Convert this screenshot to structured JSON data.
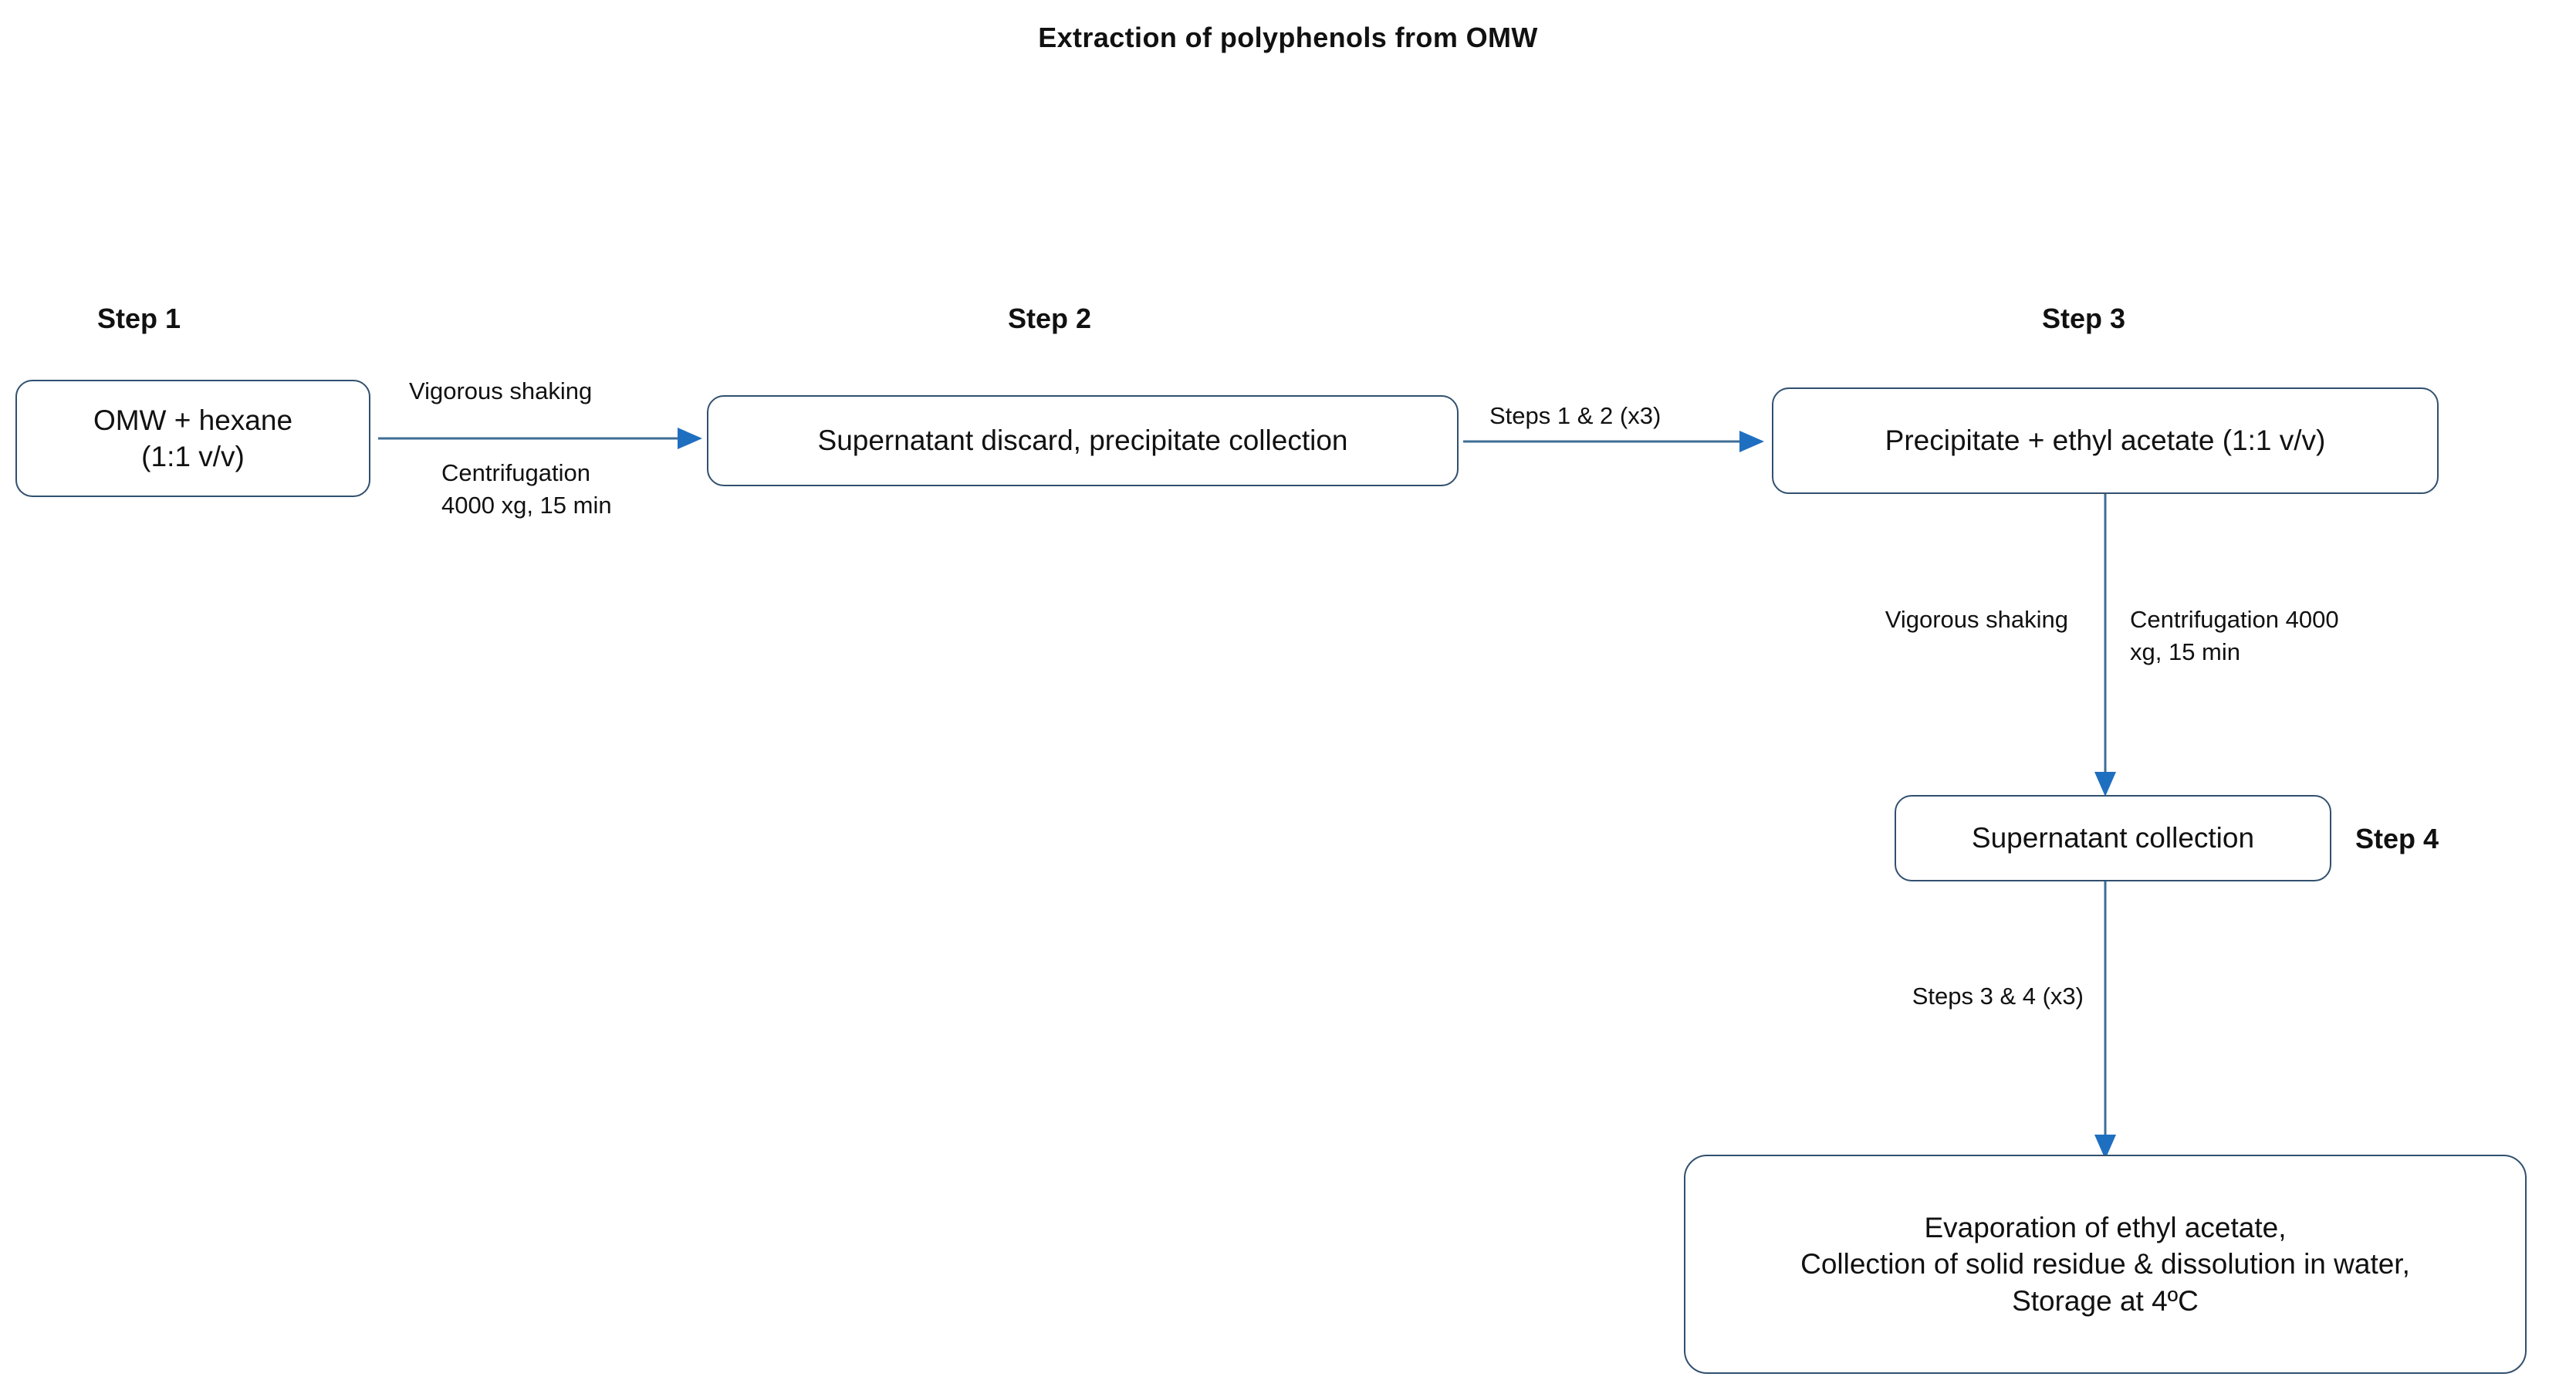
{
  "figure": {
    "title": "Extraction of polyphenols from OMW",
    "type": "flowchart",
    "accent_border_color": "#31506E",
    "arrow_color": "#3E6E95",
    "arrowhead_color": "#1F6FC0",
    "background_color": "#FFFFFF"
  },
  "step_labels": {
    "step1": "Step 1",
    "step2": "Step 2",
    "step3": "Step 3",
    "step4": "Step 4"
  },
  "nodes": {
    "step1_box": "OMW + hexane\n(1:1 v/v)",
    "step2_box": "Supernatant discard, precipitate collection",
    "step3_box": "Precipitate + ethyl acetate (1:1 v/v)",
    "step4_box": "Supernatant collection",
    "final_box": "Evaporation of ethyl acetate,\nCollection of solid residue & dissolution in water,\nStorage at 4ºC"
  },
  "edge_labels": {
    "e1_above": "Vigorous shaking",
    "e1_below": "Centrifugation\n4000 xg, 15 min",
    "e2_above": "Steps 1 & 2 (x3)",
    "e3_left": "Vigorous shaking",
    "e3_right": "Centrifugation 4000\nxg, 15 min",
    "e4_left": "Steps 3 & 4 (x3)"
  },
  "edges": [
    {
      "from": "step1_box",
      "to": "step2_box",
      "direction": "right"
    },
    {
      "from": "step2_box",
      "to": "step3_box",
      "direction": "right"
    },
    {
      "from": "step3_box",
      "to": "step4_box",
      "direction": "down"
    },
    {
      "from": "step4_box",
      "to": "final_box",
      "direction": "down"
    }
  ]
}
